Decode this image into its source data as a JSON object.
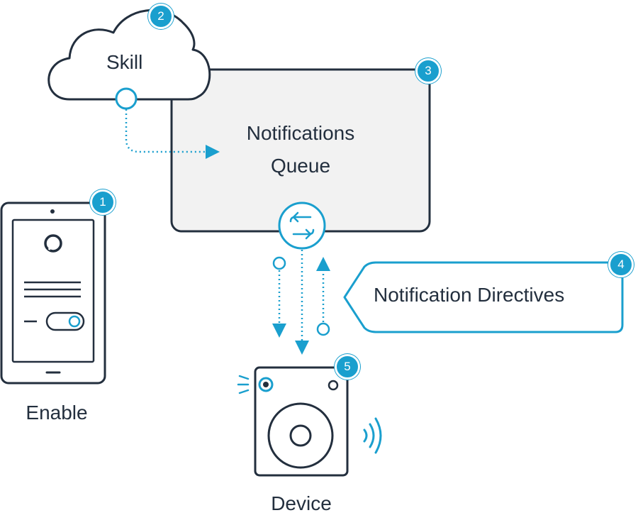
{
  "labels": {
    "skill": "Skill",
    "queue_line1": "Notifications",
    "queue_line2": "Queue",
    "directives": "Notification Directives",
    "enable": "Enable",
    "device": "Device"
  },
  "badges": {
    "tablet": "1",
    "skill": "2",
    "queue": "3",
    "directives": "4",
    "device": "5"
  },
  "colors": {
    "accent": "#1a9fce",
    "stroke": "#232f3e",
    "queue_fill": "#f2f2f2",
    "background": "#ffffff"
  },
  "icons": {
    "tablet": "tablet-icon",
    "skill": "cloud-icon",
    "sync": "sync-icon",
    "device": "speaker-icon",
    "sound": "sound-waves-icon",
    "light": "light-rays-icon"
  }
}
